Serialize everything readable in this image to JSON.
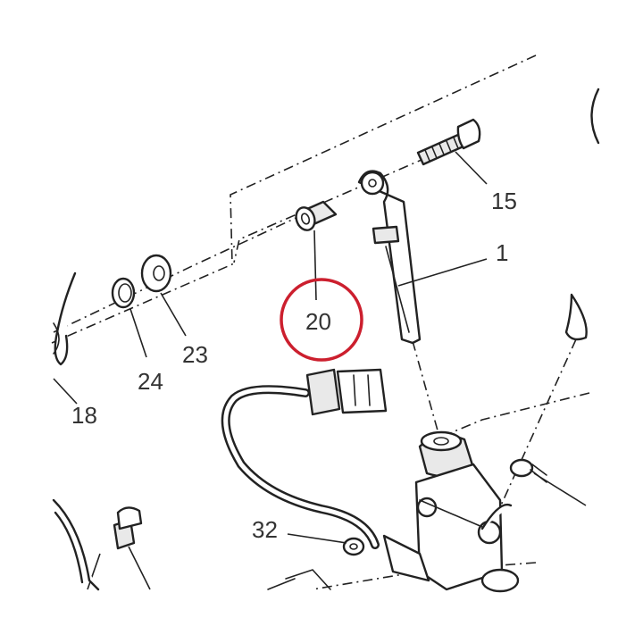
{
  "callouts": {
    "c1": "1",
    "c15": "15",
    "c18": "18",
    "c20": "20",
    "c23": "23",
    "c24": "24",
    "c32": "32"
  },
  "highlight": {
    "callout": "20",
    "color": "#cc1f2e"
  },
  "icons": {
    "screw": "hex-socket-screw-icon",
    "rod": "pushrod-icon",
    "bushing": "bushing-icon",
    "washer": "washer-icon",
    "oring": "o-ring-icon",
    "clip": "spring-clip-icon",
    "connector": "electrical-connector-icon",
    "cylinder": "master-cylinder-icon"
  }
}
